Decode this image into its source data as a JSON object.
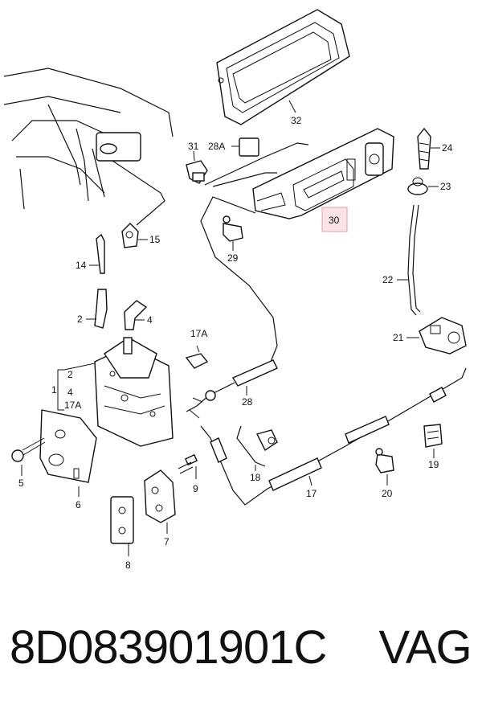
{
  "labels": {
    "p2a": "2",
    "p4a": "4",
    "p1": "1",
    "p2b": "2",
    "p4b": "4",
    "p17a_left": "17A",
    "p5": "5",
    "p6": "6",
    "p7": "7",
    "p8": "8",
    "p9": "9",
    "p14": "14",
    "p15": "15",
    "p17": "17",
    "p17a_top": "17A",
    "p18": "18",
    "p19": "19",
    "p20": "20",
    "p21": "21",
    "p22": "22",
    "p23": "23",
    "p24": "24",
    "p28": "28",
    "p28a": "28A",
    "p29": "29",
    "p30": "30",
    "p31": "31",
    "p32": "32"
  },
  "footer": {
    "part_number": "8D083901901C",
    "brand": "VAG"
  },
  "highlight_color": "#fbe3e6"
}
